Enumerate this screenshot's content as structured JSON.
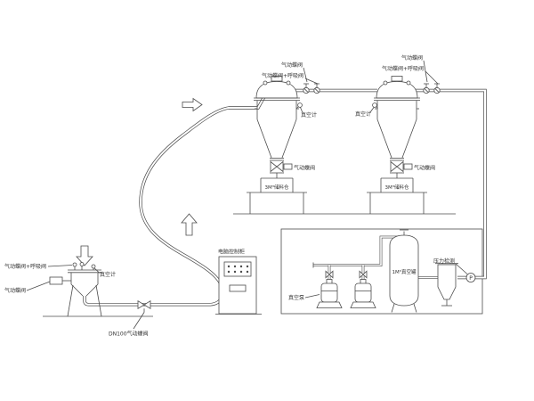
{
  "diagram": {
    "colors": {
      "line": "#4b4b4b",
      "text": "#333333",
      "background": "#ffffff"
    },
    "labels": {
      "pneumatic_valve": "气动蝶阀",
      "pneumatic_valve_breather": "气动蝶阀+呼吸阀",
      "vacuum_gauge": "真空计",
      "dn100_valve": "DN100气动蝶阀",
      "control_cabinet": "电脑控制柜",
      "vacuum_pump": "真空泵",
      "pressure_detection": "压力检测",
      "pressure_instrument": "P",
      "storage_silo": "3M³储料仓",
      "vacuum_tank": "1M³真空罐"
    }
  }
}
